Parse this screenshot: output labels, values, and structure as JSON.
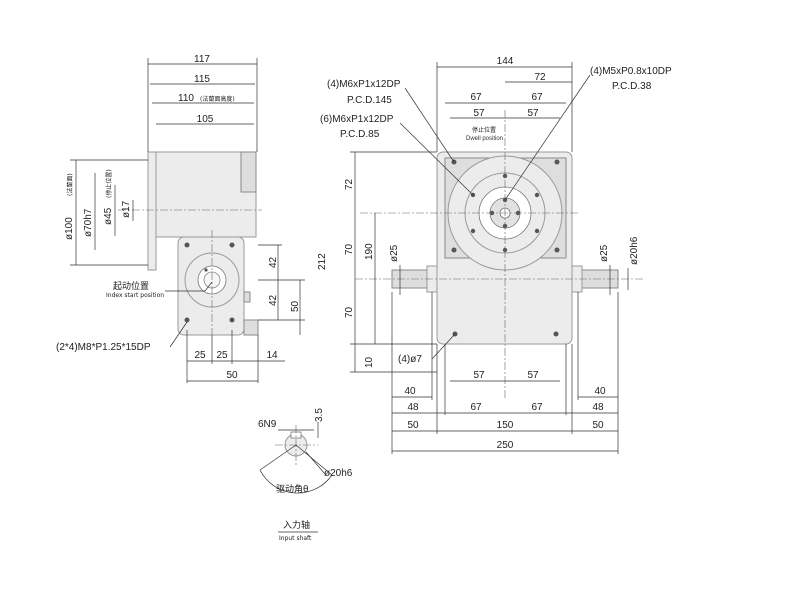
{
  "left_view": {
    "dims": {
      "d117": "117",
      "d115": "115",
      "d110": "110",
      "d110_note": "(法蘭面高度)",
      "d105": "105",
      "d100": "ø100",
      "d100_note": "(法蘭面)",
      "d70": "ø70h7",
      "d45": "ø45",
      "d45_note": "(停止位置)",
      "d17": "ø17",
      "d42a": "42",
      "d42b": "42",
      "d50v": "50",
      "d25a": "25",
      "d25b": "25",
      "d14": "14",
      "d50h": "50"
    },
    "bolt_note": "(2*4)M8*P1.25*15DP",
    "index_cn": "起动位置",
    "index_en": "Index start position"
  },
  "front_view": {
    "callouts": {
      "m6_145": "(4)M6xP1x12DP",
      "pcd145": "P.C.D.145",
      "m6_85": "(6)M6xP1x12DP",
      "pcd85": "P.C.D.85",
      "m5": "(4)M5xP0.8x10DP",
      "pcd38": "P.C.D.38",
      "phi7": "(4)ø7",
      "dwell_cn": "停止位置",
      "dwell_en": "Dwell position"
    },
    "dims": {
      "d144": "144",
      "d72t": "72",
      "d67tl": "67",
      "d67tr": "67",
      "d57tl": "57",
      "d57tr": "57",
      "d212": "212",
      "d72v": "72",
      "d70va": "70",
      "d190": "190",
      "d70vb": "70",
      "d10": "10",
      "d25l": "ø25",
      "d25r": "ø25",
      "d20h6": "ø20h6",
      "d57bl": "57",
      "d57br": "57",
      "d40l": "40",
      "d40r": "40",
      "d48l": "48",
      "d67bl": "67",
      "d67br": "67",
      "d48r": "48",
      "d50l": "50",
      "d150": "150",
      "d50r": "50",
      "d250": "250"
    }
  },
  "shaft_view": {
    "key": "6N9",
    "d35": "3.5",
    "phi": "ø20h6",
    "angle": "驱动角θ",
    "title_cn": "入力轴",
    "title_en": "Input shaft"
  }
}
